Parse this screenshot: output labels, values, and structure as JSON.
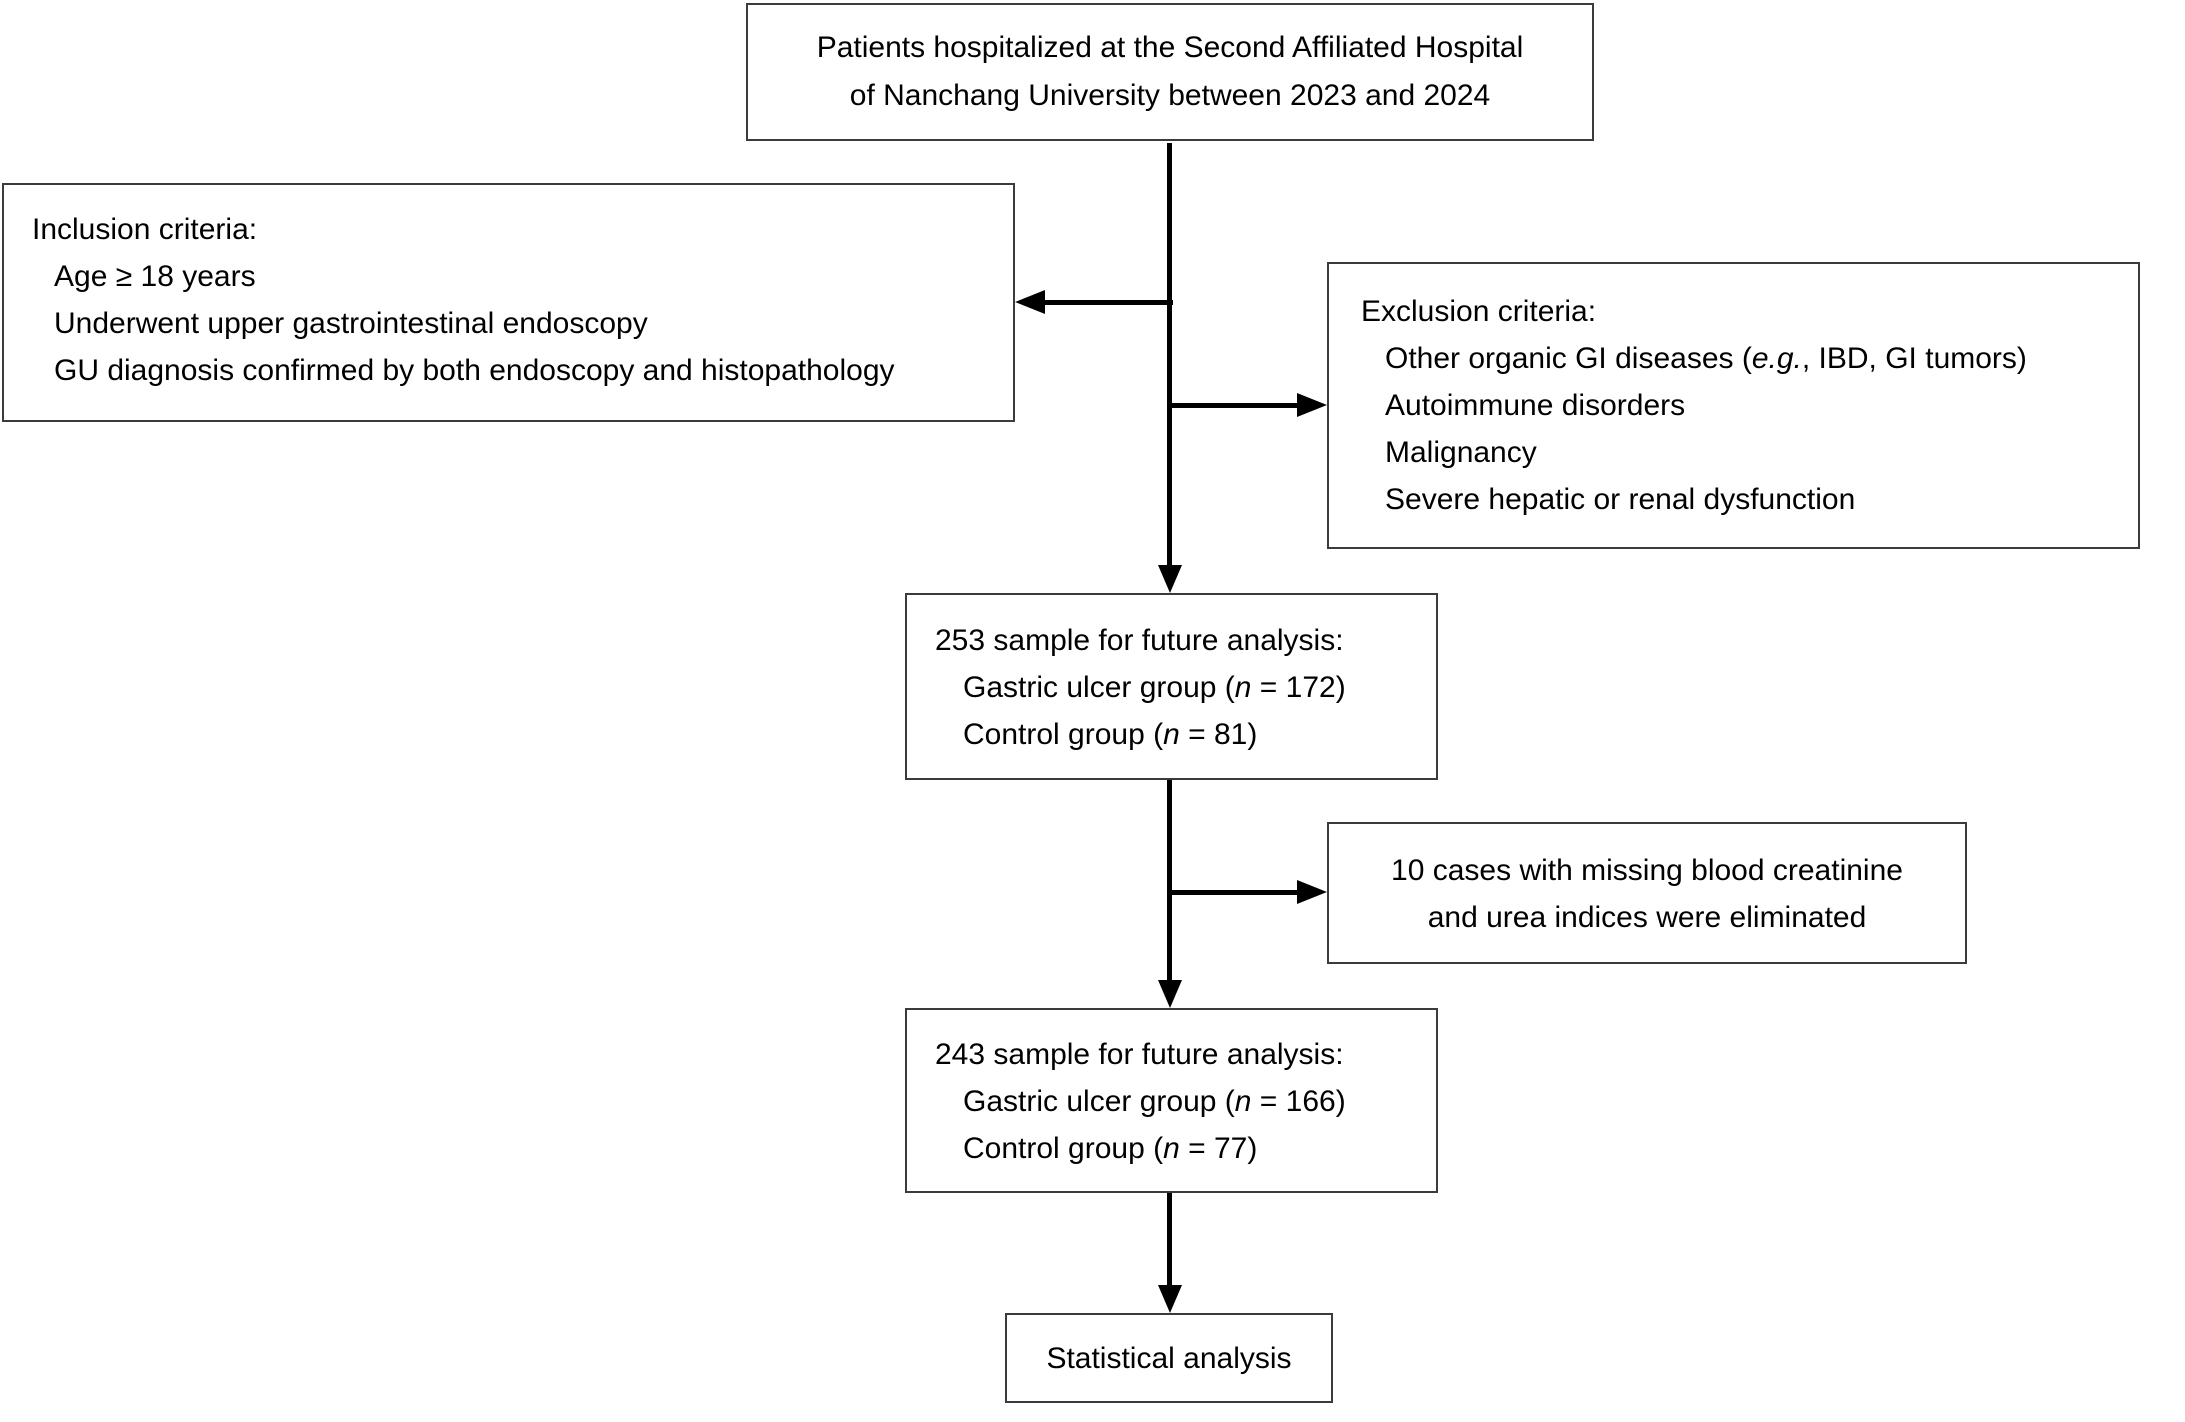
{
  "top_box": {
    "line1": "Patients hospitalized at the Second Affiliated Hospital",
    "line2": "of Nanchang University between 2023 and 2024"
  },
  "inclusion_box": {
    "title": "Inclusion criteria:",
    "item1": "Age ≥ 18 years",
    "item2": "Underwent upper gastrointestinal endoscopy",
    "item3": "GU diagnosis confirmed by both endoscopy and histopathology"
  },
  "exclusion_box": {
    "title": "Exclusion criteria:",
    "item1_prefix": "Other organic GI diseases (",
    "item1_italic": "e.g.",
    "item1_suffix": ", IBD, GI tumors)",
    "item2": "Autoimmune disorders",
    "item3": "Malignancy",
    "item4": "Severe hepatic or renal dysfunction"
  },
  "sample253_box": {
    "title": "253 sample for future analysis:",
    "group1_prefix": "Gastric ulcer group (",
    "group1_italic": "n",
    "group1_suffix": " = 172)",
    "group2_prefix": "Control group (",
    "group2_italic": "n",
    "group2_suffix": " = 81)"
  },
  "eliminated_box": {
    "line1": "10 cases with missing blood creatinine",
    "line2": "and urea indices were eliminated"
  },
  "sample243_box": {
    "title": "243 sample for future analysis:",
    "group1_prefix": "Gastric ulcer group (",
    "group1_italic": "n",
    "group1_suffix": " = 166)",
    "group2_prefix": "Control group (",
    "group2_italic": "n",
    "group2_suffix": " = 77)"
  },
  "final_box": {
    "label": "Statistical analysis"
  },
  "colors": {
    "background": "#ffffff",
    "text": "#000000",
    "border": "#3b3b3b",
    "arrow": "#000000"
  }
}
